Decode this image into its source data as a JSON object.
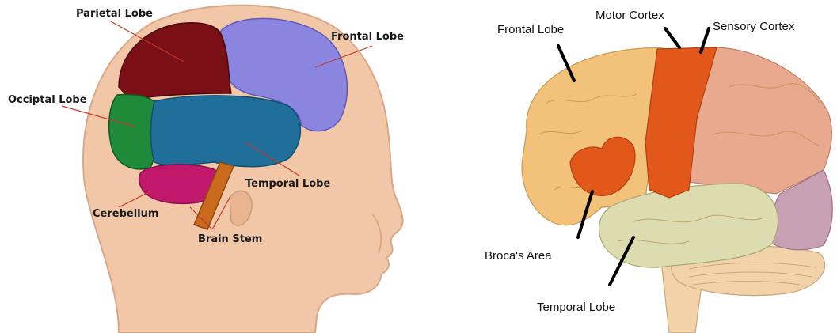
{
  "left_diagram": {
    "labels": {
      "parietal": "Parietal Lobe",
      "frontal": "Frontal Lobe",
      "occipital": "Occiptal Lobe",
      "temporal": "Temporal Lobe",
      "cerebellum": "Cerebellum",
      "brain_stem": "Brain Stem"
    },
    "colors": {
      "parietal": "#7a0f16",
      "frontal": "#8a86e0",
      "occipital": "#1f8a3a",
      "temporal": "#1f6f9a",
      "cerebellum": "#c2186b",
      "brain_stem": "#c96a1c",
      "skin": "#f2c7a8",
      "leader_line": "#c0392b"
    }
  },
  "right_diagram": {
    "labels": {
      "frontal": "Frontal Lobe",
      "motor": "Motor Cortex",
      "sensory": "Sensory Cortex",
      "broca": "Broca's Area",
      "temporal": "Temporal Lobe"
    },
    "colors": {
      "frontal": "#f3c27a",
      "motor_sensory": "#e2581a",
      "parietal": "#e9a98e",
      "temporal": "#dcdcb0",
      "occipital": "#c8a0b4",
      "cerebellum_stem": "#f2d2a8"
    }
  }
}
